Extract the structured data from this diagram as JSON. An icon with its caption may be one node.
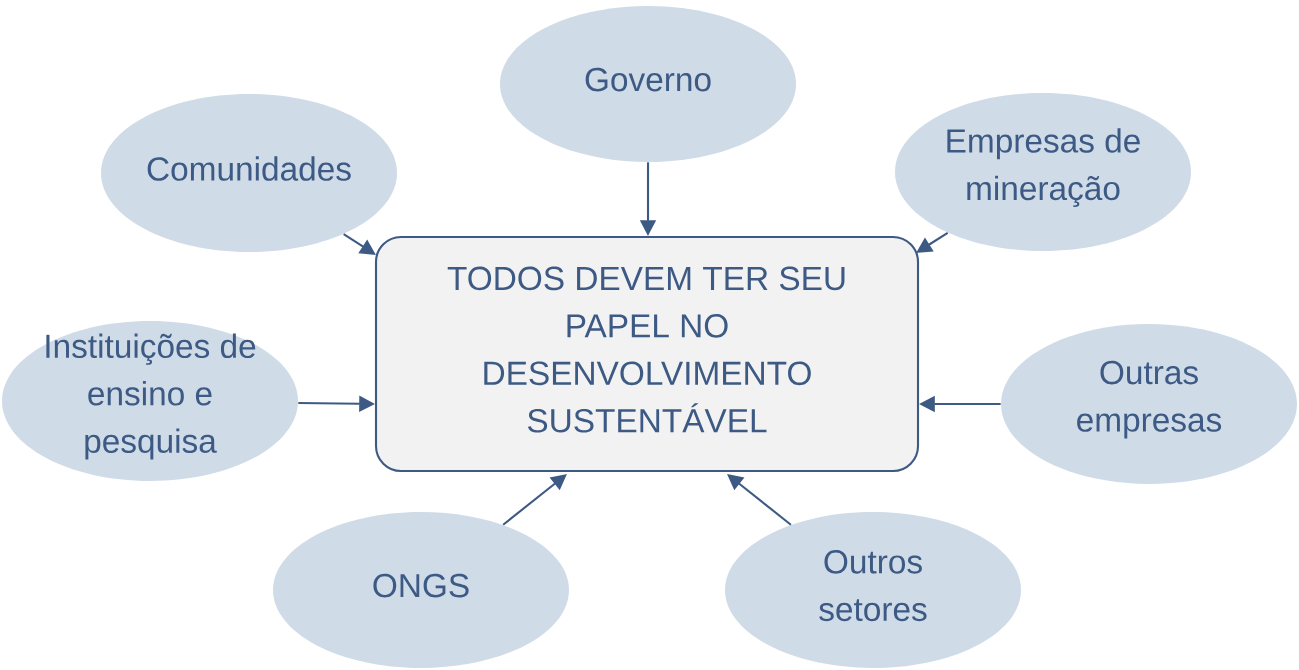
{
  "diagram": {
    "nodes": [
      {
        "text": [
          "Governo"
        ]
      },
      {
        "text": [
          "Comunidades"
        ]
      },
      {
        "text": [
          "Empresas de mineração"
        ]
      },
      {
        "text": [
          "TODOS DEVEM TER SEU PAPEL NO DESENVOLVIMENTO SUSTENTÁVEL"
        ]
      },
      {
        "text": [
          "Instituições de ensino e pesquisa"
        ]
      },
      {
        "text": [
          "Outras empresas"
        ]
      },
      {
        "text": [
          "ONGS"
        ]
      },
      {
        "text": [
          "Outros setores"
        ]
      }
    ],
    "edges": [
      {
        "from": 0,
        "to": 3,
        "arrow": "to"
      },
      {
        "from": 1,
        "to": 3,
        "arrow": "to"
      },
      {
        "from": 2,
        "to": 3,
        "arrow": "to"
      },
      {
        "from": 4,
        "to": 3,
        "arrow": "to"
      },
      {
        "from": 5,
        "to": 3,
        "arrow": "to"
      },
      {
        "from": 6,
        "to": 3,
        "arrow": "to"
      },
      {
        "from": 7,
        "to": 3,
        "arrow": "to"
      }
    ]
  }
}
